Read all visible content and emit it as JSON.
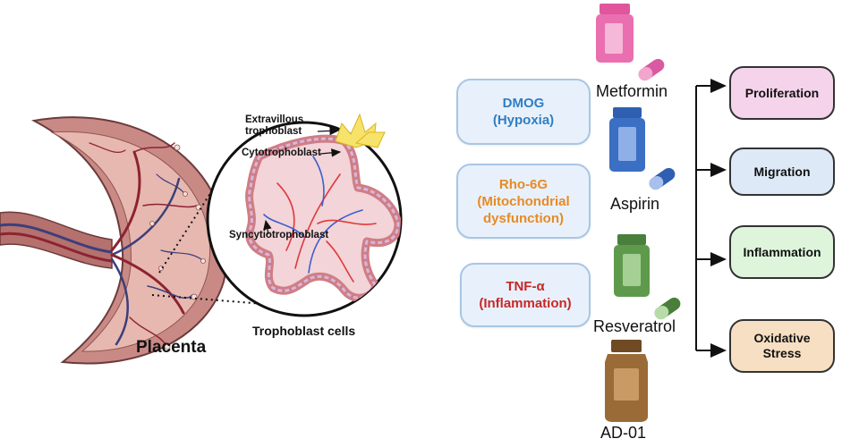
{
  "labels": {
    "placenta": "Placenta",
    "trophoblast_cells": "Trophoblast cells",
    "extravillous_line1": "Extravillous",
    "extravillous_line2": "trophoblast",
    "cytotrophoblast": "Cytotrophoblast",
    "syncytiotrophoblast": "Syncytiotrophoblast"
  },
  "stimuli": [
    {
      "line1": "DMOG",
      "line2": "(Hypoxia)",
      "line3": "",
      "color": "#2f7ec4"
    },
    {
      "line1": "Rho-6G",
      "line2": "(Mitochondrial",
      "line3": "dysfunction)",
      "color": "#e88a25"
    },
    {
      "line1": "TNF-α",
      "line2": "(Inflammation)",
      "line3": "",
      "color": "#c62828"
    }
  ],
  "drugs": [
    {
      "name": "Metformin",
      "color": "#e0559b"
    },
    {
      "name": "Aspirin",
      "color": "#3a6fc4"
    },
    {
      "name": "Resveratrol",
      "color": "#5f9a4c"
    },
    {
      "name": "AD-01",
      "color": "#9a6b36"
    }
  ],
  "outcomes": [
    {
      "line1": "Proliferation",
      "line2": "",
      "fill": "#f5d3ea"
    },
    {
      "line1": "Migration",
      "line2": "",
      "fill": "#dde9f7"
    },
    {
      "line1": "Inflammation",
      "line2": "",
      "fill": "#def5dc"
    },
    {
      "line1": "Oxidative",
      "line2": "Stress",
      "fill": "#f6dfc2"
    }
  ]
}
